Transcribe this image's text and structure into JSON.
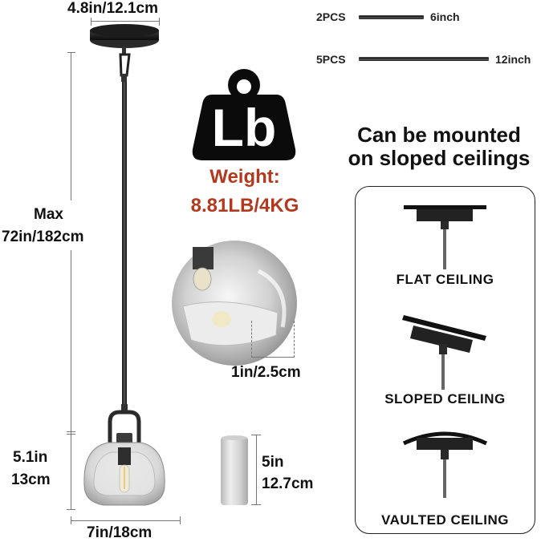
{
  "dimensions": {
    "canopy_width": "4.8in/12.1cm",
    "max_height_line1": "Max",
    "max_height_line2": "72in/182cm",
    "shade_height_line1": "5.1in",
    "shade_height_line2": "13cm",
    "shade_width": "7in/18cm",
    "glass_thickness": "1in/2.5cm",
    "can_height_line1": "5in",
    "can_height_line2": "12.7cm"
  },
  "rods": [
    {
      "qty": "2PCS",
      "length": "6inch"
    },
    {
      "qty": "5PCS",
      "length": "12inch"
    }
  ],
  "weight": {
    "icon_label": "Lb",
    "label": "Weight:",
    "value": "8.81LB/4KG",
    "color": "#b3391e"
  },
  "mounting": {
    "headline_line1": "Can be mounted",
    "headline_line2": "on sloped ceilings",
    "options": [
      {
        "label": "FLAT CEILING"
      },
      {
        "label": "SLOPED CEILING"
      },
      {
        "label": "VAULTED CEILING"
      }
    ]
  }
}
